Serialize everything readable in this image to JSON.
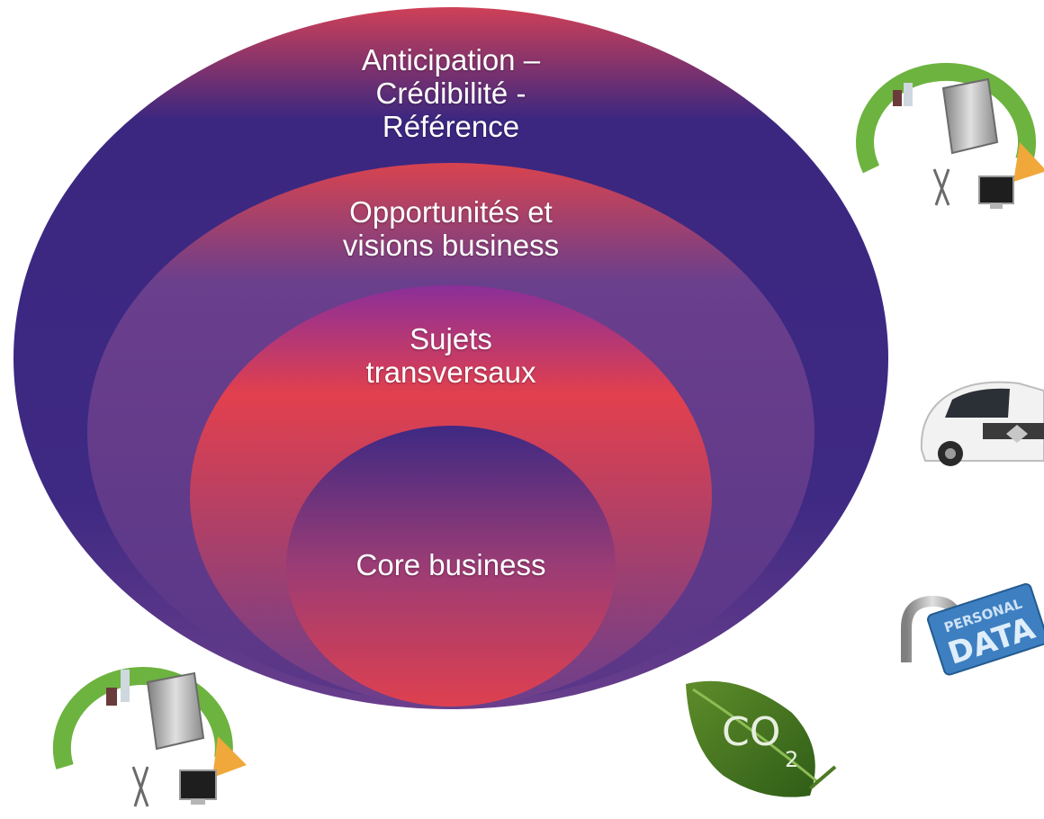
{
  "diagram": {
    "layers": [
      {
        "id": "outer",
        "lines": [
          "Anticipation –",
          "Crédibilité -",
          "Référence"
        ]
      },
      {
        "id": "second",
        "lines": [
          "Opportunités et",
          "visions business"
        ]
      },
      {
        "id": "third",
        "lines": [
          "Sujets",
          "transversaux"
        ]
      },
      {
        "id": "core",
        "lines": [
          "Core business"
        ]
      }
    ],
    "colors": {
      "outer_top": "#cf4057",
      "outer_body": "#3b2780",
      "middle_purple": "#6a3f8c",
      "core_red": "#de404f",
      "core_blue": "#4a2f86"
    }
  },
  "decorations": {
    "recycle_icon_top_right": "recycle-icon",
    "electric_car_image": "car-icon",
    "personal_data_padlock": {
      "icon": "padlock-icon",
      "text_line1": "PERSONAL",
      "text_line2": "DATA"
    },
    "co2_leaf": {
      "icon": "leaf-icon",
      "text": "CO",
      "subscript": "2"
    },
    "recycle_icon_bottom_left": "recycle-icon"
  }
}
